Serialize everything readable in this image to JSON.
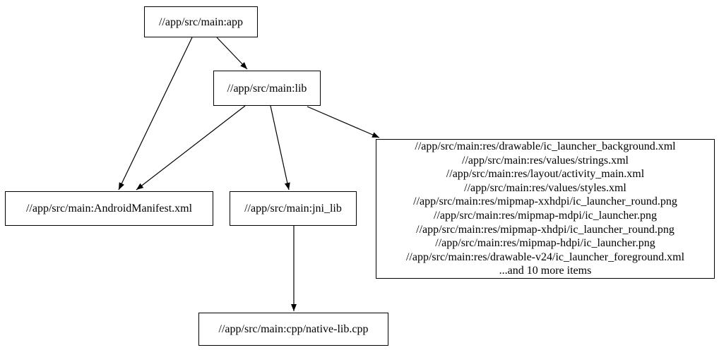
{
  "diagram": {
    "type": "dependency-graph",
    "background_color": "#ffffff",
    "node_border_color": "#000000",
    "text_color": "#000000",
    "nodes": {
      "app": {
        "label": "//app/src/main:app"
      },
      "lib": {
        "label": "//app/src/main:lib"
      },
      "manifest": {
        "label": "//app/src/main:AndroidManifest.xml"
      },
      "jni_lib": {
        "label": "//app/src/main:jni_lib"
      },
      "resources": {
        "lines": [
          "//app/src/main:res/drawable/ic_launcher_background.xml",
          "//app/src/main:res/values/strings.xml",
          "//app/src/main:res/layout/activity_main.xml",
          "//app/src/main:res/values/styles.xml",
          "//app/src/main:res/mipmap-xxhdpi/ic_launcher_round.png",
          "//app/src/main:res/mipmap-mdpi/ic_launcher.png",
          "//app/src/main:res/mipmap-xhdpi/ic_launcher_round.png",
          "//app/src/main:res/mipmap-hdpi/ic_launcher.png",
          "//app/src/main:res/drawable-v24/ic_launcher_foreground.xml",
          "...and 10 more items"
        ]
      },
      "native_lib": {
        "label": "//app/src/main:cpp/native-lib.cpp"
      }
    },
    "edges": [
      {
        "from": "app",
        "to": "lib"
      },
      {
        "from": "app",
        "to": "manifest"
      },
      {
        "from": "lib",
        "to": "manifest"
      },
      {
        "from": "lib",
        "to": "jni_lib"
      },
      {
        "from": "lib",
        "to": "resources"
      },
      {
        "from": "jni_lib",
        "to": "native_lib"
      }
    ]
  }
}
